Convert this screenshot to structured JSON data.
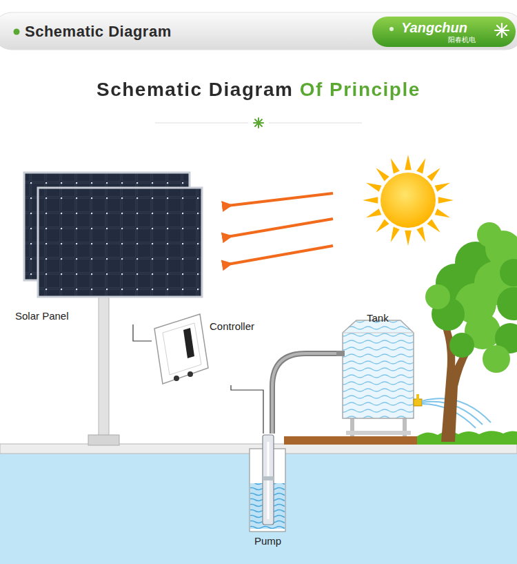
{
  "diagram": {
    "title": "Schematic Diagram Of Principle",
    "nodes": [
      {
        "text": [
          "Solar Panel"
        ]
      },
      {
        "text": [
          "Controller"
        ]
      },
      {
        "text": [
          "Tank"
        ]
      },
      {
        "text": [
          "Pump"
        ]
      }
    ],
    "edges": [
      {
        "from": 0,
        "to": 1,
        "arrow": "none"
      },
      {
        "from": 1,
        "to": 3,
        "arrow": "none"
      },
      {
        "from": 3,
        "to": 2,
        "arrow": "none"
      }
    ],
    "labels": [
      "Schematic Diagram",
      "Yangchun",
      "阳春机电"
    ]
  }
}
